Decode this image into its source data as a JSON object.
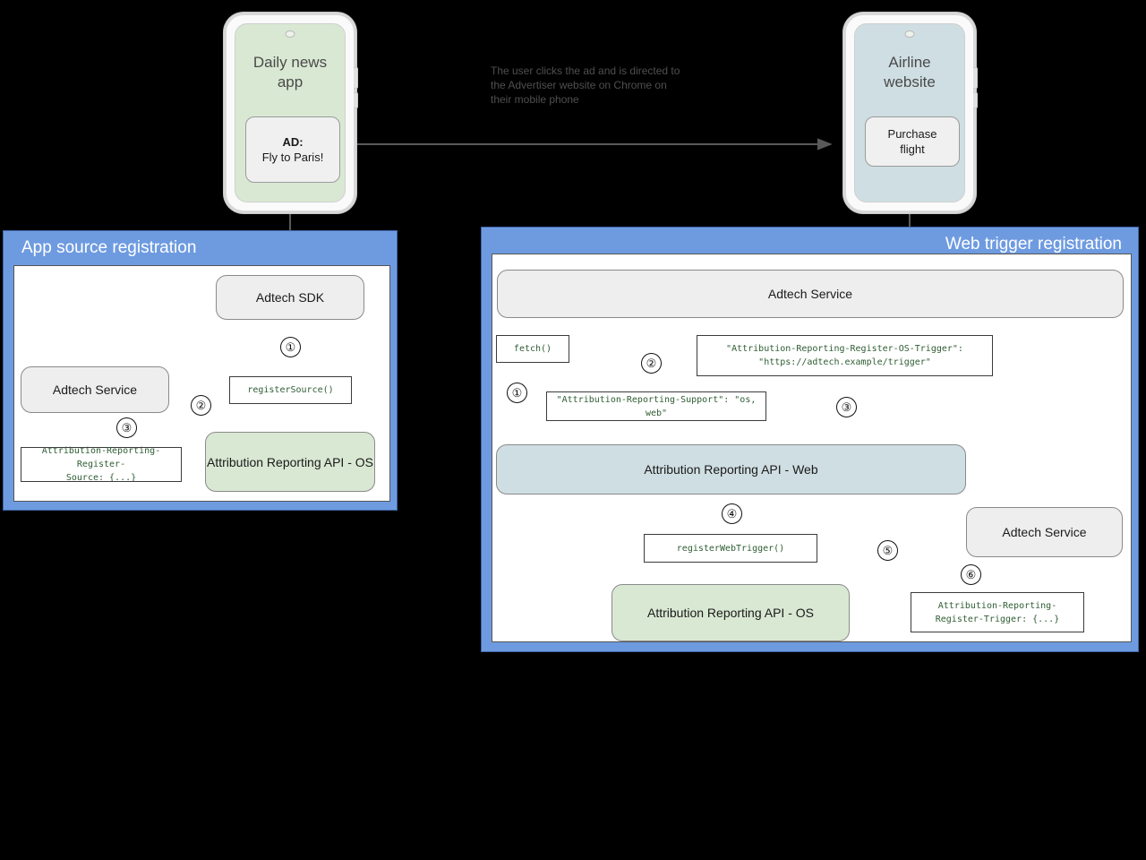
{
  "caption": {
    "flow_note": "The user clicks the ad and is directed to\nthe Advertiser website on Chrome on\ntheir mobile phone"
  },
  "phones": [
    {
      "id": "publisher-phone",
      "title": "Daily news\napp",
      "card_line1": "AD:",
      "card_line2": "Fly to Paris!"
    },
    {
      "id": "advertiser-phone",
      "title": "Airline\nwebsite",
      "card_line1": "Purchase",
      "card_line2": "flight"
    }
  ],
  "left_panel": {
    "title": "App source registration",
    "nodes": {
      "adtech_sdk": "Adtech SDK",
      "adtech_service": "Adtech Service",
      "ar_api_os": "Attribution Reporting API - OS"
    },
    "code": {
      "register_source": "registerSource()",
      "register_source_header": "Attribution-Reporting-Register-\nSource: {...}"
    },
    "steps": [
      "①",
      "②",
      "③"
    ]
  },
  "right_panel": {
    "title": "Web trigger registration",
    "nodes": {
      "adtech_service_top": "Adtech Service",
      "ar_api_web": "Attribution Reporting API - Web",
      "ar_api_os": "Attribution Reporting API - OS",
      "adtech_service_bottom": "Adtech Service"
    },
    "code": {
      "fetch": "fetch()",
      "support_header": "\"Attribution-Reporting-Support\": \"os, web\"",
      "os_trigger_header": "\"Attribution-Reporting-Register-OS-Trigger\":\n\"https://adtech.example/trigger\"",
      "register_web_trigger": "registerWebTrigger()",
      "register_trigger_header": "Attribution-Reporting-\nRegister-Trigger: {...}"
    },
    "steps": [
      "①",
      "②",
      "③",
      "④",
      "⑤",
      "⑥"
    ]
  },
  "colors": {
    "panel_fill": "#6e9be0",
    "panel_border": "#3f66a8",
    "node_grey": "#eeeeee",
    "node_green": "#d9e8d3",
    "node_blue": "#cfdee2",
    "code_text": "#2f5d33",
    "arrow": "#595959",
    "background": "#000000"
  }
}
